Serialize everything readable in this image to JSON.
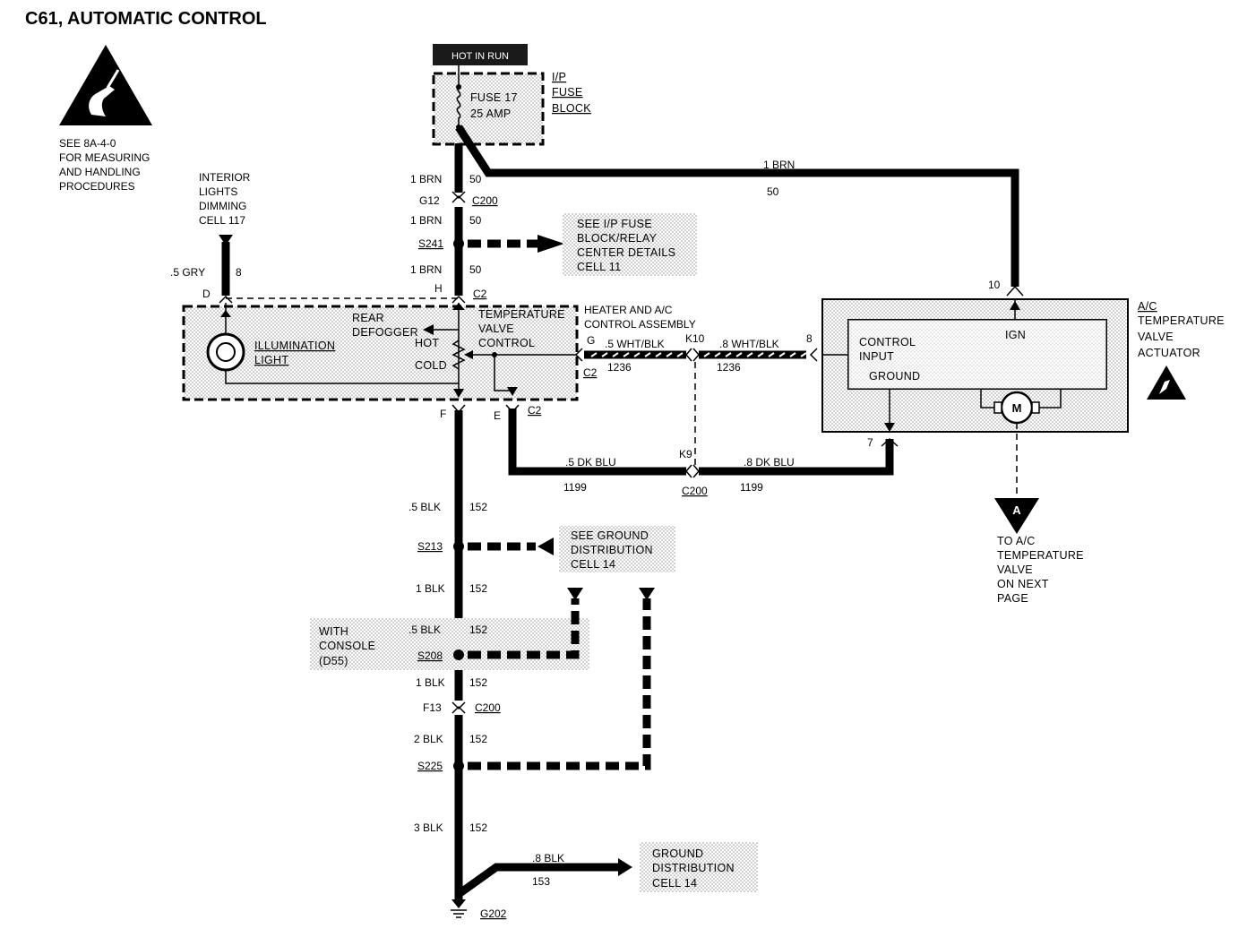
{
  "title": "C61, AUTOMATIC CONTROL",
  "esd_note": [
    "SEE 8A-4-0",
    "FOR MEASURING",
    "AND HANDLING",
    "PROCEDURES"
  ],
  "hot_in_run": "HOT IN RUN",
  "fuse_block": {
    "label": [
      "I/P",
      "FUSE",
      "BLOCK"
    ],
    "fuse": [
      "FUSE 17",
      "25 AMP"
    ]
  },
  "interior_lights": [
    "INTERIOR",
    "LIGHTS",
    "DIMMING",
    "CELL 117"
  ],
  "s241_ref": [
    "SEE I/P FUSE",
    "BLOCK/RELAY",
    "CENTER DETAILS",
    "CELL 11"
  ],
  "s213_ref": [
    "SEE GROUND",
    "DISTRIBUTION",
    "CELL 14"
  ],
  "g202_ref": [
    "GROUND",
    "DISTRIBUTION",
    "CELL 14"
  ],
  "with_console": [
    "WITH",
    "CONSOLE",
    "(D55)"
  ],
  "heater_assembly": {
    "label": [
      "HEATER AND A/C",
      "CONTROL ASSEMBLY"
    ],
    "rear_defogger": [
      "REAR",
      "DEFOGGER"
    ],
    "temp_valve_control": [
      "TEMPERATURE",
      "VALVE",
      "CONTROL"
    ],
    "hot": "HOT",
    "cold": "COLD",
    "illumination": [
      "ILLUMINATION",
      "LIGHT"
    ]
  },
  "actuator": {
    "label": [
      "A/C",
      "TEMPERATURE",
      "VALVE",
      "ACTUATOR"
    ],
    "control_input": [
      "CONTROL",
      "INPUT"
    ],
    "ground": "GROUND",
    "ign": "IGN",
    "motor": "M",
    "pin_top": "10",
    "pin_left": "8",
    "pin_bottom": "7"
  },
  "offpage": {
    "letter": "A",
    "text": [
      "TO A/C",
      "TEMPERATURE",
      "VALVE",
      "ON NEXT",
      "PAGE"
    ]
  },
  "wires": {
    "brn1": "1 BRN",
    "c50": "50",
    "brn_top": "1 BRN",
    "gry": ".5 GRY",
    "c8": "8",
    "wht_blk_5": ".5 WHT/BLK",
    "wht_blk_8": ".8 WHT/BLK",
    "c1236": "1236",
    "dk_blu_5": ".5 DK BLU",
    "dk_blu_8": ".8 DK BLU",
    "c1199": "1199",
    "blk_5": ".5 BLK",
    "blk_1": "1 BLK",
    "blk_2": "2 BLK",
    "blk_3": "3 BLK",
    "blk_8": ".8 BLK",
    "c152": "152",
    "c153": "153"
  },
  "connectors": {
    "g12": "G12",
    "c200": "C200",
    "c2": "C2",
    "h": "H",
    "d": "D",
    "f": "F",
    "e": "E",
    "g": "G",
    "k10": "K10",
    "k9": "K9",
    "f13": "F13"
  },
  "splices": {
    "s241": "S241",
    "s213": "S213",
    "s208": "S208",
    "s225": "S225"
  },
  "ground": "G202"
}
